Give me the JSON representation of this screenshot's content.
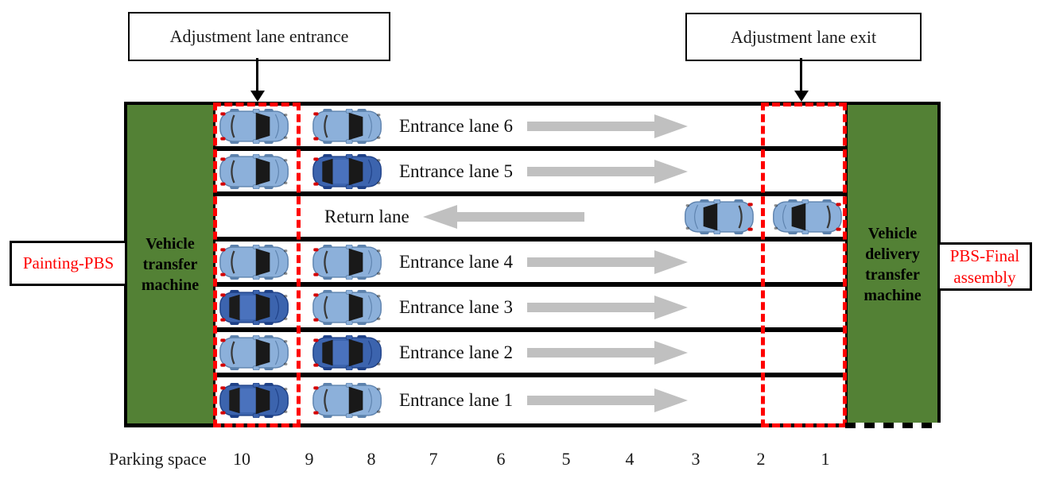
{
  "callouts": {
    "entrance": "Adjustment lane entrance",
    "exit": "Adjustment lane exit"
  },
  "side_labels": {
    "left": "Painting-PBS",
    "right": "PBS-Final assembly"
  },
  "machines": {
    "left": "Vehicle transfer machine",
    "right": "Vehicle delivery transfer machine"
  },
  "lanes": [
    {
      "name": "Entrance lane 6",
      "direction": "right",
      "cars": [
        {
          "space": 10,
          "color": "light"
        },
        {
          "space": 9,
          "color": "light"
        }
      ]
    },
    {
      "name": "Entrance lane 5",
      "direction": "right",
      "cars": [
        {
          "space": 10,
          "color": "light"
        },
        {
          "space": 9,
          "color": "dark"
        }
      ]
    },
    {
      "name": "Return lane",
      "direction": "left",
      "cars": [
        {
          "space": 2,
          "color": "light"
        },
        {
          "space": 1,
          "color": "light"
        }
      ]
    },
    {
      "name": "Entrance lane 4",
      "direction": "right",
      "cars": [
        {
          "space": 10,
          "color": "light"
        },
        {
          "space": 9,
          "color": "light"
        }
      ]
    },
    {
      "name": "Entrance lane 3",
      "direction": "right",
      "cars": [
        {
          "space": 10,
          "color": "dark"
        },
        {
          "space": 9,
          "color": "light"
        }
      ]
    },
    {
      "name": "Entrance lane 2",
      "direction": "right",
      "cars": [
        {
          "space": 10,
          "color": "light"
        },
        {
          "space": 9,
          "color": "dark"
        }
      ]
    },
    {
      "name": "Entrance lane 1",
      "direction": "right",
      "cars": [
        {
          "space": 10,
          "color": "dark"
        },
        {
          "space": 9,
          "color": "light"
        }
      ]
    }
  ],
  "parking": {
    "label": "Parking space",
    "numbers": [
      "10",
      "9",
      "8",
      "7",
      "6",
      "5",
      "4",
      "3",
      "2",
      "1"
    ]
  },
  "colors": {
    "green_block": "#538135",
    "red_accent": "#ff0000",
    "arrow_gray": "#c0c0c0",
    "car_light_blue": "#8cb0da",
    "car_dark_blue": "#3c64ae"
  }
}
